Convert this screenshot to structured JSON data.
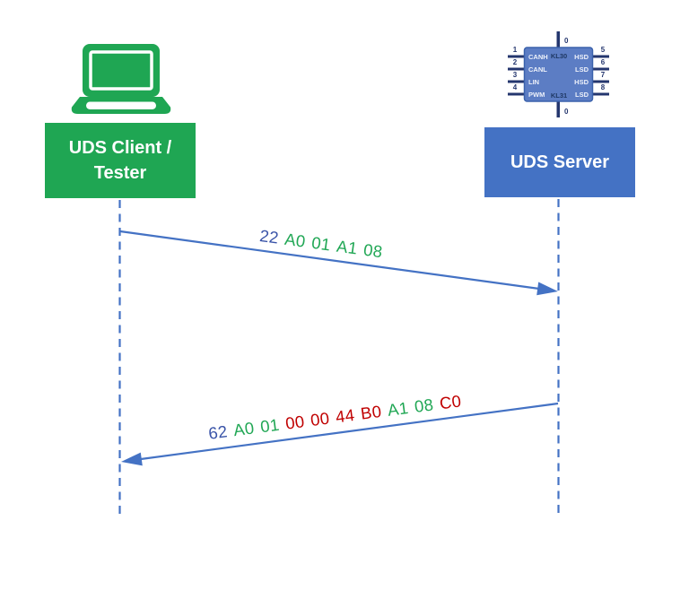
{
  "colors": {
    "client_green": "#1FA653",
    "server_blue": "#4472C4",
    "line_blue": "#4472C4",
    "chip_body_fill": "#5C7DC4",
    "chip_body_border": "#3B62AC",
    "chip_pin_dark": "#24366E",
    "token_blue": "#3A54A8",
    "token_green": "#21A755",
    "token_red": "#C00000"
  },
  "icons": {
    "client": "laptop-icon",
    "server": "ecu-chip-icon"
  },
  "actors": {
    "client": {
      "name_line1": "UDS Client /",
      "name_line2": "Tester"
    },
    "server": {
      "name": "UDS Server"
    }
  },
  "server_chip": {
    "top_pin_number": "0",
    "top_power_label": "KL30",
    "bottom_pin_number": "0",
    "bottom_power_label": "KL31",
    "left_pins": [
      {
        "number": "1",
        "label": "CANH"
      },
      {
        "number": "2",
        "label": "CANL"
      },
      {
        "number": "3",
        "label": "LIN"
      },
      {
        "number": "4",
        "label": "PWM"
      }
    ],
    "right_pins": [
      {
        "number": "5",
        "label": "HSD"
      },
      {
        "number": "6",
        "label": "LSD"
      },
      {
        "number": "7",
        "label": "HSD"
      },
      {
        "number": "8",
        "label": "LSD"
      }
    ]
  },
  "messages": [
    {
      "name": "request",
      "direction": "client-to-server",
      "text": "22 A0 01 A1 08",
      "tokens": [
        {
          "text": "22",
          "hex": "#3A54A8"
        },
        {
          "text": "A0",
          "hex": "#21A755"
        },
        {
          "text": "01",
          "hex": "#21A755"
        },
        {
          "text": "A1",
          "hex": "#21A755"
        },
        {
          "text": "08",
          "hex": "#21A755"
        }
      ]
    },
    {
      "name": "response",
      "direction": "server-to-client",
      "text": "62 A0 01 00 00 44 B0 A1 08 C0",
      "tokens": [
        {
          "text": "62",
          "hex": "#3A54A8"
        },
        {
          "text": "A0",
          "hex": "#21A755"
        },
        {
          "text": "01",
          "hex": "#21A755"
        },
        {
          "text": "00",
          "hex": "#C00000"
        },
        {
          "text": "00",
          "hex": "#C00000"
        },
        {
          "text": "44",
          "hex": "#C00000"
        },
        {
          "text": "B0",
          "hex": "#C00000"
        },
        {
          "text": "A1",
          "hex": "#21A755"
        },
        {
          "text": "08",
          "hex": "#21A755"
        },
        {
          "text": "C0",
          "hex": "#C00000"
        }
      ]
    }
  ]
}
